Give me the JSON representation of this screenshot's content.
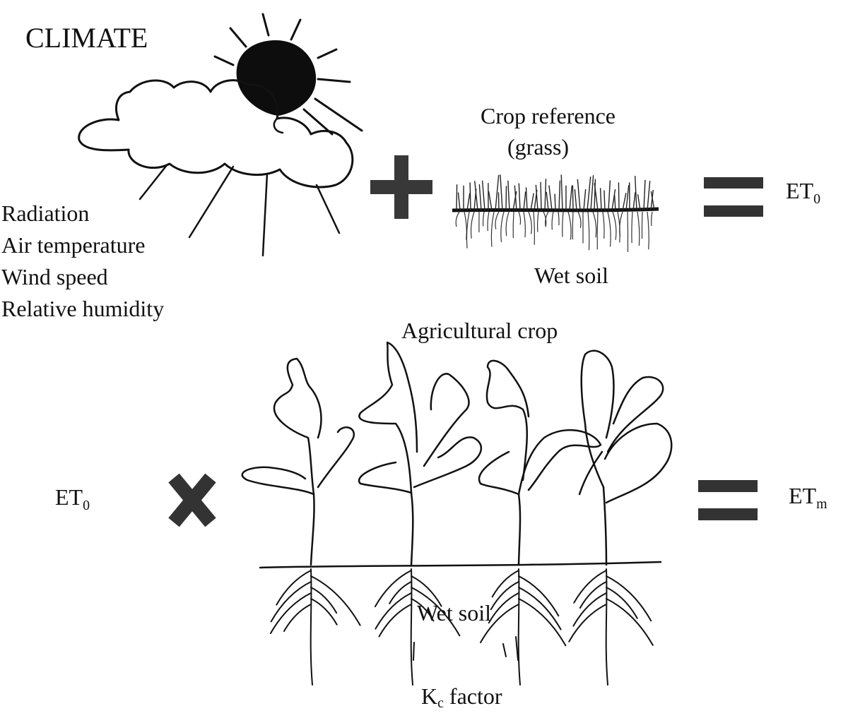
{
  "climate": {
    "title": "CLIMATE",
    "factors": [
      "Radiation",
      "Air temperature",
      "Wind speed",
      "Relative humidity"
    ]
  },
  "reference": {
    "line1": "Crop reference",
    "line2": "(grass)",
    "soil": "Wet soil"
  },
  "operators": {
    "plus": "+",
    "times": "X",
    "equals": "="
  },
  "et0_result": {
    "base": "ET",
    "sub": "0"
  },
  "crop": {
    "title": "Agricultural crop",
    "soil": "Wet soil",
    "factor_base": "K",
    "factor_sub": "c",
    "factor_word": "factor"
  },
  "et0_input": {
    "base": "ET",
    "sub": "0"
  },
  "etm_result": {
    "base": "ET",
    "sub": "m"
  }
}
